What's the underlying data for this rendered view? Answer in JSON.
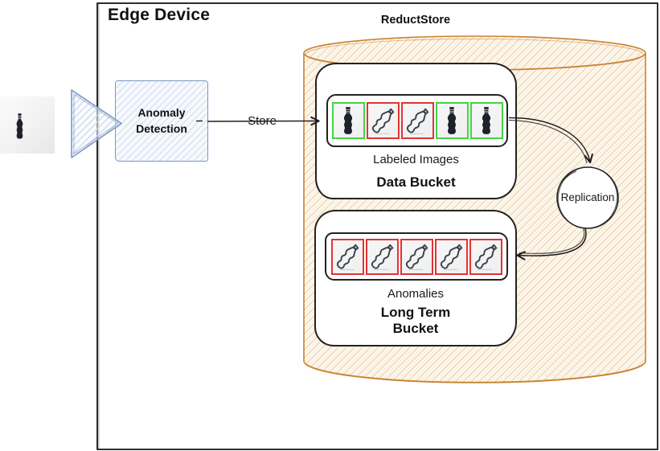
{
  "edge_device": {
    "title": "Edge Device",
    "anomaly_detection": {
      "label": "Anomaly Detection"
    }
  },
  "input": {
    "photo_icon": "bottle-silhouette",
    "camera_icon": "funnel-triangle"
  },
  "flows": {
    "store_label": "Store"
  },
  "reductstore": {
    "title": "ReductStore",
    "data_bucket": {
      "title": "Data Bucket",
      "caption": "Labeled Images",
      "cells": [
        {
          "border": "green",
          "icon": "bottle-upright"
        },
        {
          "border": "red",
          "icon": "bottle-crushed"
        },
        {
          "border": "red",
          "icon": "bottle-crushed"
        },
        {
          "border": "green",
          "icon": "bottle-upright"
        },
        {
          "border": "green",
          "icon": "bottle-upright"
        }
      ]
    },
    "long_term_bucket": {
      "title": "Long Term Bucket",
      "caption": "Anomalies",
      "cells": [
        {
          "border": "red",
          "icon": "bottle-crushed"
        },
        {
          "border": "red",
          "icon": "bottle-crushed"
        },
        {
          "border": "red",
          "icon": "bottle-crushed"
        },
        {
          "border": "red",
          "icon": "bottle-crushed"
        },
        {
          "border": "red",
          "icon": "bottle-crushed"
        }
      ]
    },
    "replication": {
      "label": "Replication"
    }
  },
  "colors": {
    "cylinder_stroke": "#c9822f",
    "cylinder_hatch": "#f2dbba",
    "blue_stroke": "#7d97c5",
    "blue_hatch": "#d2dcee",
    "green_box": "#41d641",
    "red_box": "#e23333",
    "ink": "#1f1f1f",
    "bottle_dark": "#1c212b"
  }
}
